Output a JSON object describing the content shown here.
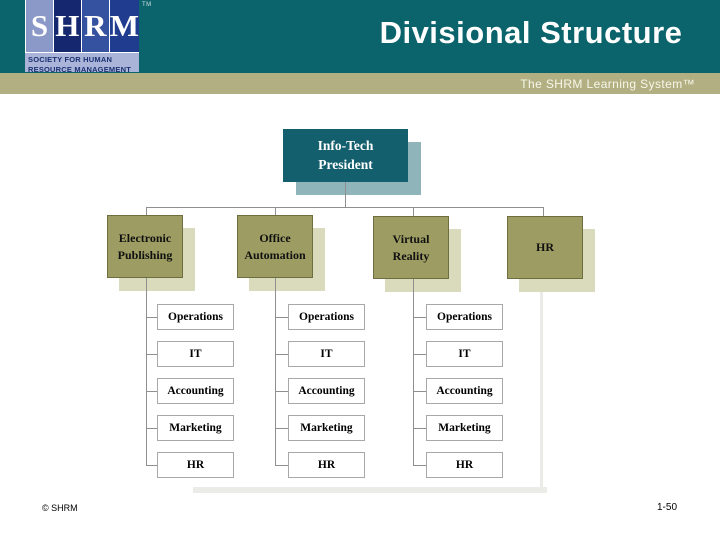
{
  "slide": {
    "title": "Divisional Structure",
    "tagline": "The SHRM Learning System™"
  },
  "logo": {
    "letters": [
      "S",
      "H",
      "R",
      "M"
    ],
    "trademark": "TM",
    "subtext_line1": "SOCIETY FOR HUMAN",
    "subtext_line2": "RESOURCE MANAGEMENT"
  },
  "footer": {
    "copyright": "© SHRM",
    "page_number": "1-50"
  },
  "colors": {
    "header_teal": "#0b636c",
    "band_olive": "#b2b083",
    "root_box_teal": "#135f6d",
    "root_shadow": "#8fb4b9",
    "division_olive": "#9d9d63",
    "division_shadow": "#dadabd",
    "connector_gray": "#8f8f8f"
  },
  "chart_data": {
    "type": "org-chart",
    "title": "Divisional Structure",
    "root": {
      "name": "Info-Tech President",
      "line1": "Info-Tech",
      "line2": "President"
    },
    "divisions": [
      {
        "name": "Electronic Publishing",
        "line1": "Electronic",
        "line2": "Publishing",
        "departments": [
          "Operations",
          "IT",
          "Accounting",
          "Marketing",
          "HR"
        ]
      },
      {
        "name": "Office Automation",
        "line1": "Office",
        "line2": "Automation",
        "departments": [
          "Operations",
          "IT",
          "Accounting",
          "Marketing",
          "HR"
        ]
      },
      {
        "name": "Virtual Reality",
        "line1": "Virtual",
        "line2": "Reality",
        "departments": [
          "Operations",
          "IT",
          "Accounting",
          "Marketing",
          "HR"
        ]
      },
      {
        "name": "HR",
        "line1": "HR",
        "line2": "",
        "departments": []
      }
    ]
  }
}
